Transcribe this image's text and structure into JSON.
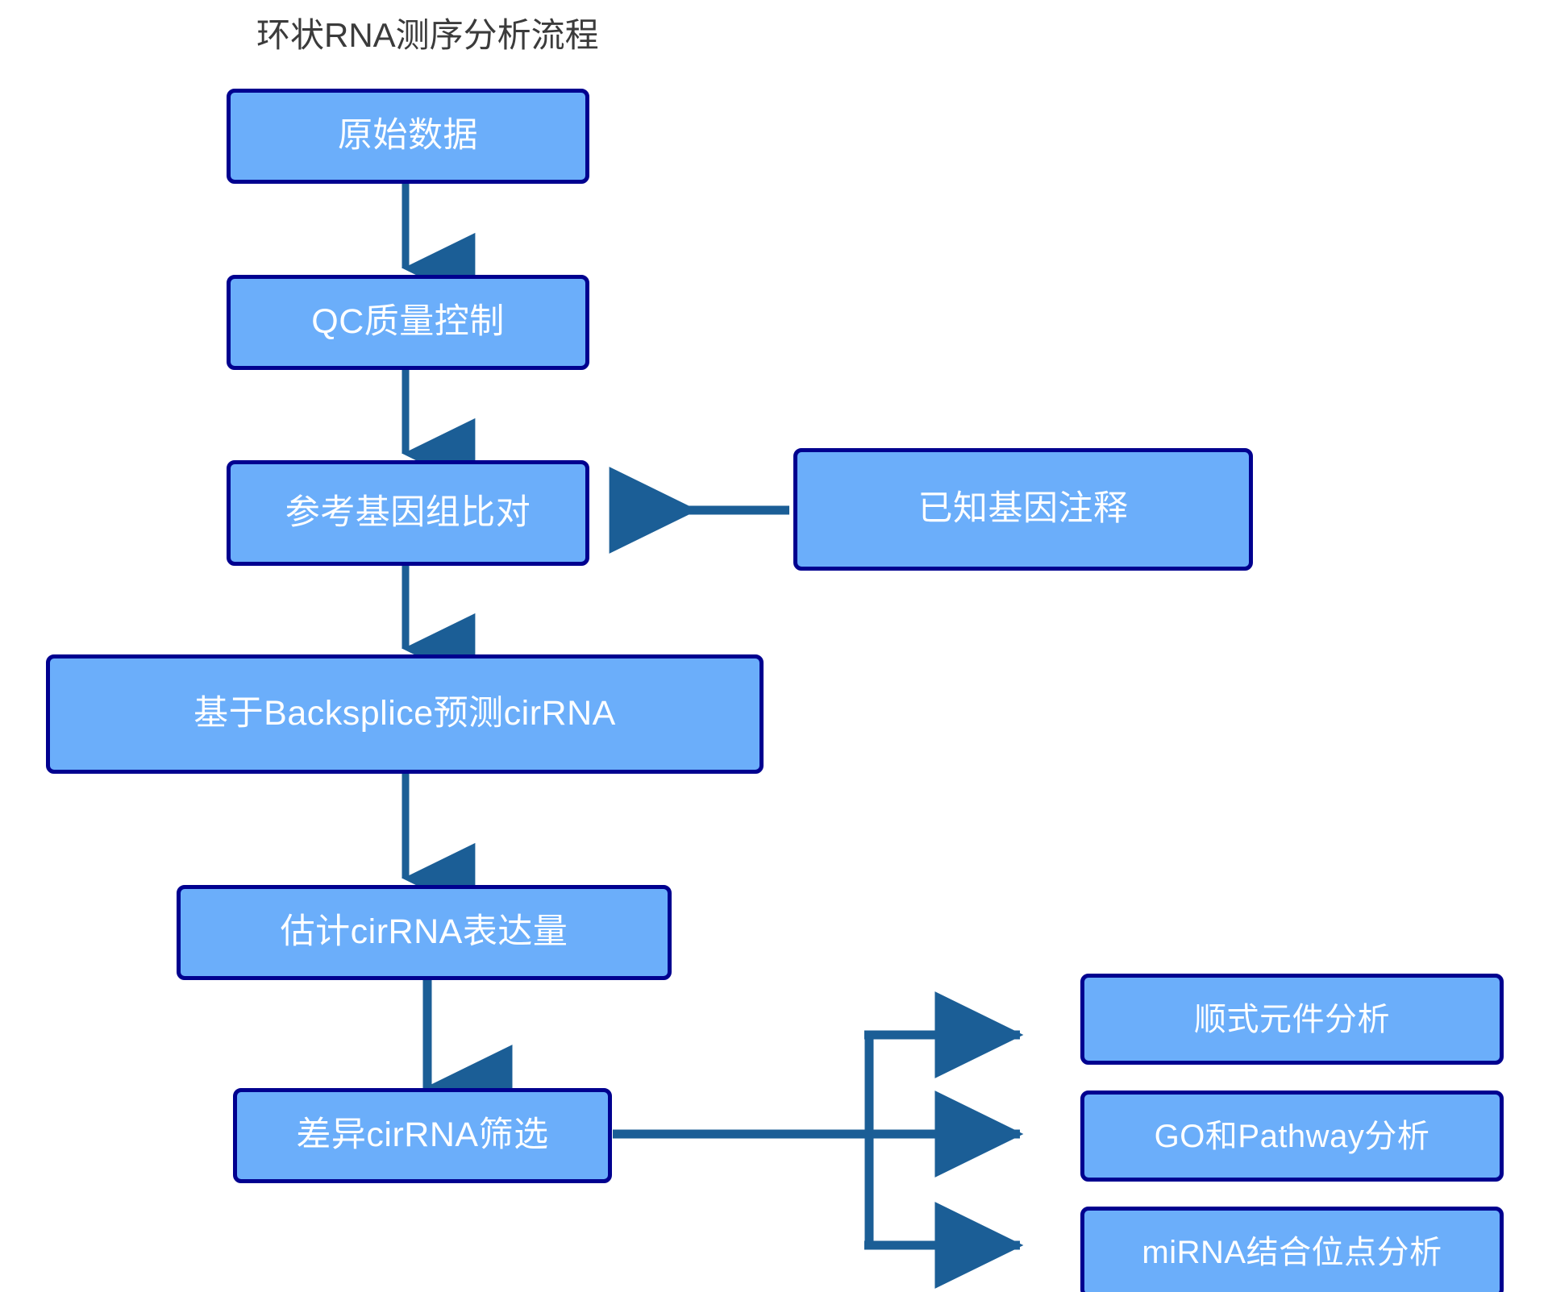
{
  "diagram": {
    "title": "环状RNA测序分析流程",
    "title_color": "#3B3B3B",
    "node_fill": "#6BAEFA",
    "node_border": "#00008F",
    "node_text_color": "#FFFFFF",
    "connector_color": "#1B5E96",
    "background": "#FFFFFF",
    "nodes": [
      {
        "id": "raw-data",
        "label": "原始数据"
      },
      {
        "id": "qc",
        "label": "QC质量控制"
      },
      {
        "id": "genome-alignment",
        "label": "参考基因组比对"
      },
      {
        "id": "known-annotation",
        "label": "已知基因注释"
      },
      {
        "id": "backsplice-predict",
        "label": "基于Backsplice预测cirRNA"
      },
      {
        "id": "expression-estimate",
        "label": "估计cirRNA表达量"
      },
      {
        "id": "diff-screening",
        "label": "差异cirRNA筛选"
      },
      {
        "id": "cis-element",
        "label": "顺式元件分析"
      },
      {
        "id": "go-pathway",
        "label": "GO和Pathway分析"
      },
      {
        "id": "mirna-binding",
        "label": "miRNA结合位点分析"
      }
    ],
    "edges": [
      {
        "from": "raw-data",
        "to": "qc",
        "direction": "down"
      },
      {
        "from": "qc",
        "to": "genome-alignment",
        "direction": "down"
      },
      {
        "from": "known-annotation",
        "to": "genome-alignment",
        "direction": "left"
      },
      {
        "from": "genome-alignment",
        "to": "backsplice-predict",
        "direction": "down"
      },
      {
        "from": "backsplice-predict",
        "to": "expression-estimate",
        "direction": "down"
      },
      {
        "from": "expression-estimate",
        "to": "diff-screening",
        "direction": "down"
      },
      {
        "from": "diff-screening",
        "to": "cis-element",
        "direction": "right-branch"
      },
      {
        "from": "diff-screening",
        "to": "go-pathway",
        "direction": "right-branch"
      },
      {
        "from": "diff-screening",
        "to": "mirna-binding",
        "direction": "right-branch"
      }
    ]
  }
}
